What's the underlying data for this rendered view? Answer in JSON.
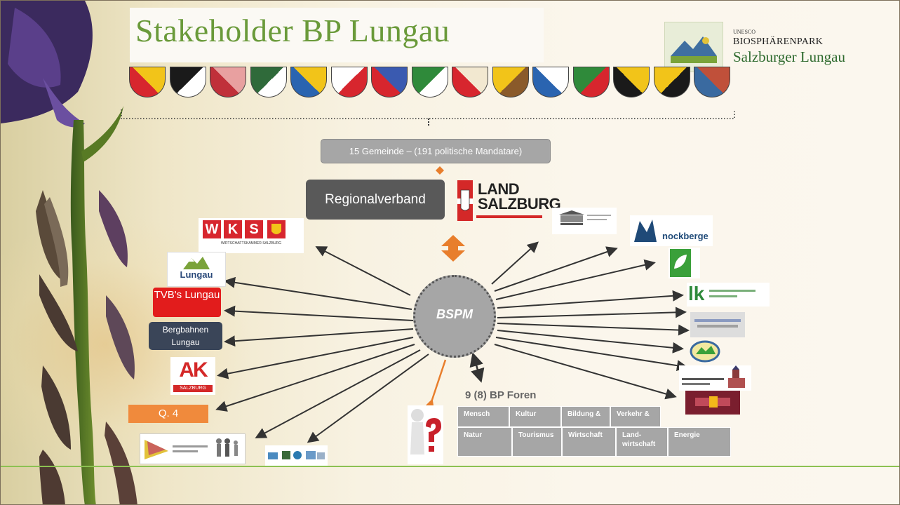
{
  "slide": {
    "title": "Stakeholder BP Lungau",
    "logo": {
      "unesco": "UNESCO",
      "line1": "BIOSPHÄRENPARK",
      "line2": "Salzburger Lungau"
    }
  },
  "diagram": {
    "gemeinde": "15 Gemeinde –  (191 politische Mandatare)",
    "regionalverband": "Regionalverband",
    "land": {
      "line1": "LAND",
      "line2": "SALZBURG"
    },
    "center": "BSPM",
    "wks": {
      "letters": [
        "W",
        "K",
        "S"
      ],
      "sub": "WIRTSCHAFTSKAMMER SALZBURG"
    },
    "lungau": "Lungau",
    "tvb": "TVB's Lungau",
    "bergbahnen": {
      "line1": "Bergbahnen",
      "line2": "Lungau"
    },
    "ak": {
      "main": "AK",
      "sub": "SALZBURG"
    },
    "q4": "Q. 4",
    "foren": {
      "title": "9 (8) BP Foren",
      "row1": [
        "Mensch",
        "Kultur",
        "Bildung &",
        "Verkehr &"
      ],
      "row2": [
        "Natur",
        "Tourismus",
        "Wirtschaft",
        "Land-wirtschaft",
        "Energie"
      ]
    },
    "right_logos": {
      "nockberge": "nockberge",
      "lk": "lk"
    }
  },
  "colors": {
    "title_green": "#6a9a3a",
    "box_gray": "#a6a6a6",
    "box_dark": "#595959",
    "tvb_red": "#e21c1c",
    "q4_orange": "#f08a3c",
    "arrow_orange": "#e87e2c"
  }
}
